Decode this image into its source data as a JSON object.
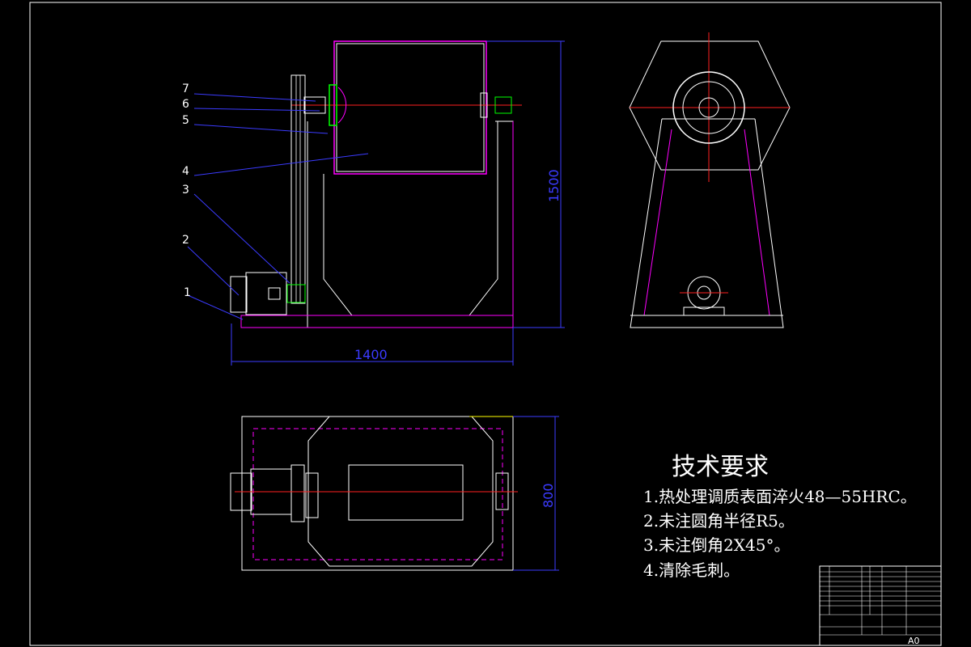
{
  "drawing": {
    "dimensions": {
      "width_1400": "1400",
      "height_1500": "1500",
      "depth_800": "800"
    },
    "part_labels": [
      "1",
      "2",
      "3",
      "4",
      "5",
      "6",
      "7"
    ],
    "technical_requirements": {
      "title": "技术要求",
      "items": [
        "1.热处理调质表面淬火48—55HRC。",
        "2.未注圆角半径R5。",
        "3.未注倒角2X45°。",
        "4.清除毛刺。"
      ]
    },
    "title_block": {
      "sheet_size": "A0"
    },
    "colors": {
      "outline": "#ffffff",
      "pink": "#ff00ff",
      "blue": "#3b3bff",
      "red": "#ff2020",
      "green": "#00ff00",
      "yellow": "#ffff00"
    }
  }
}
